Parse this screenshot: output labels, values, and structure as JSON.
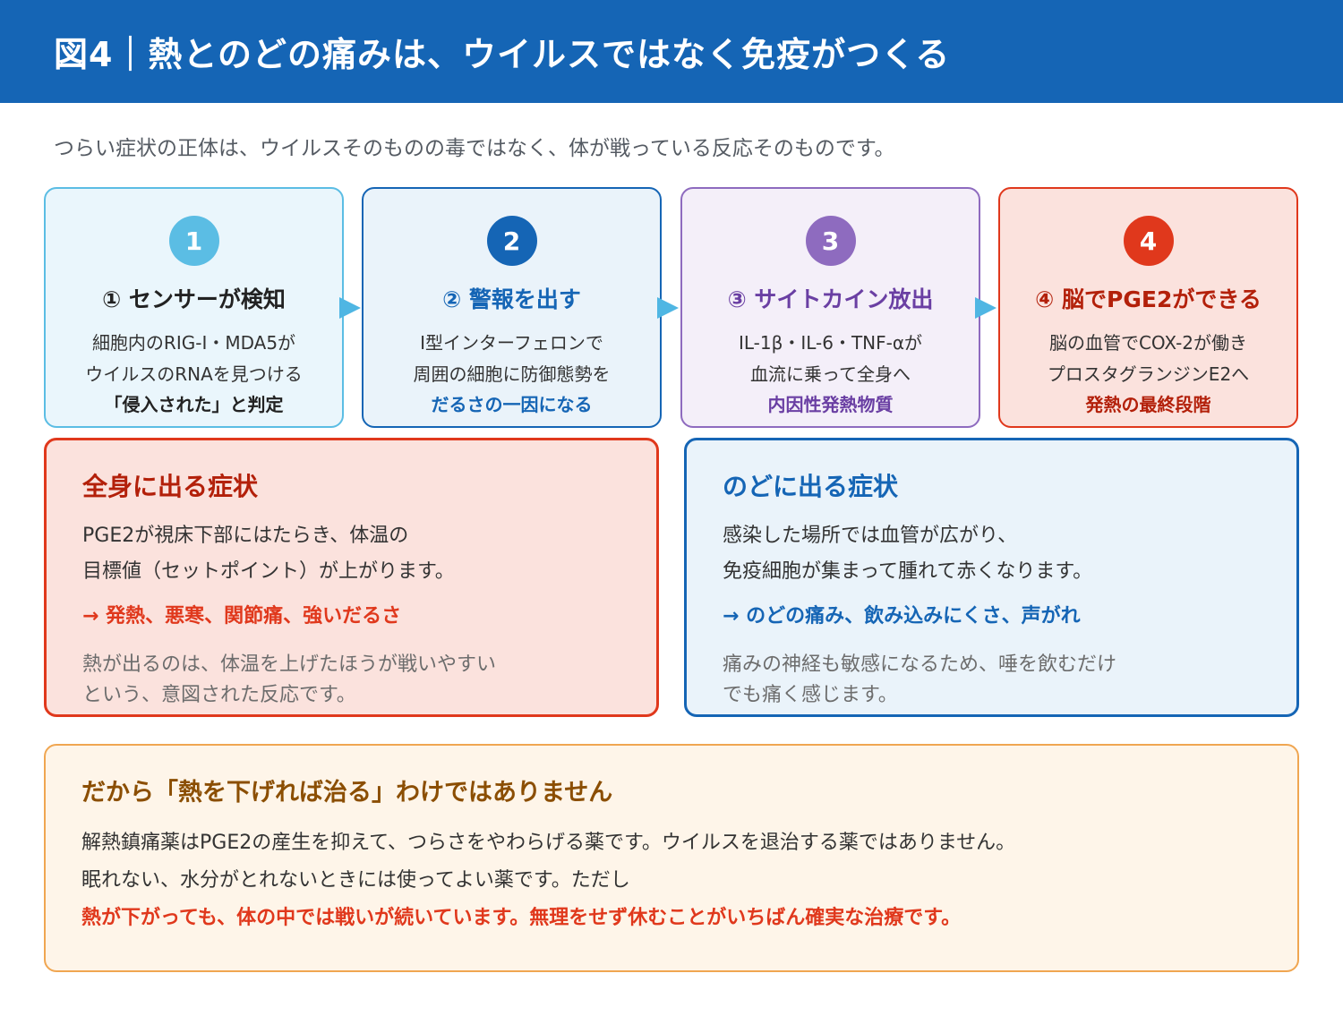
{
  "header": {
    "title": "図4｜熱とのどの痛みは、ウイルスではなく免疫がつくる"
  },
  "subtitle": "つらい症状の正体は、ウイルスそのものの毒ではなく、体が戦っている反応そのものです。",
  "steps": [
    {
      "num": "1",
      "title": "① センサーが検知",
      "line1": "細胞内のRIG-I・MDA5が",
      "line2": "ウイルスのRNAを見つける",
      "line3": "「侵入された」と判定",
      "colors": {
        "border": "#5bbde4",
        "bg": "#eaf6fc",
        "circle": "#5bbde4",
        "title": "#222222",
        "line3": "#222222"
      }
    },
    {
      "num": "2",
      "title": "② 警報を出す",
      "line1": "I型インターフェロンで",
      "line2": "周囲の細胞に防御態勢を",
      "line3": "だるさの一因になる",
      "colors": {
        "border": "#1565b5",
        "bg": "#eaf3fa",
        "circle": "#1565b5",
        "title": "#1565b5",
        "line3": "#1565b5"
      }
    },
    {
      "num": "3",
      "title": "③ サイトカイン放出",
      "line1": "IL-1β・IL-6・TNF-αが",
      "line2": "血流に乗って全身へ",
      "line3": "内因性発熱物質",
      "colors": {
        "border": "#8e6bbf",
        "bg": "#f4eff9",
        "circle": "#8e6bbf",
        "title": "#6a3fa3",
        "line3": "#6a3fa3"
      }
    },
    {
      "num": "4",
      "title": "④ 脳でPGE2ができる",
      "line1": "脳の血管でCOX-2が働き",
      "line2": "プロスタグランジンE2へ",
      "line3": "発熱の最終段階",
      "colors": {
        "border": "#e0381c",
        "bg": "#fbe2dd",
        "circle": "#e0381c",
        "title": "#b3200a",
        "line3": "#b3200a"
      }
    }
  ],
  "arrow_color": "#4fb6e3",
  "panels": {
    "systemic": {
      "title": "全身に出る症状",
      "line1": "PGE2が視床下部にはたらき、体温の",
      "line2": "目標値（セットポイント）が上がります。",
      "emphasis": "→ 発熱、悪寒、関節痛、強いだるさ",
      "note1": "熱が出るのは、体温を上げたほうが戦いやすい",
      "note2": "という、意図された反応です。",
      "colors": {
        "border": "#e0381c",
        "bg": "#fbe2dd",
        "title": "#b3200a",
        "emphasis": "#e0381c"
      }
    },
    "throat": {
      "title": "のどに出る症状",
      "line1": "感染した場所では血管が広がり、",
      "line2": "免疫細胞が集まって腫れて赤くなります。",
      "emphasis": "→ のどの痛み、飲み込みにくさ、声がれ",
      "note1": "痛みの神経も敏感になるため、唾を飲むだけ",
      "note2": "でも痛く感じます。",
      "colors": {
        "border": "#1565b5",
        "bg": "#eaf3fa",
        "title": "#1565b5",
        "emphasis": "#1565b5"
      }
    }
  },
  "bottom": {
    "title": "だから「熱を下げれば治る」わけではありません",
    "line1": "解熱鎮痛薬はPGE2の産生を抑えて、つらさをやわらげる薬です。ウイルスを退治する薬ではありません。",
    "line2": "眠れない、水分がとれないときには使ってよい薬です。ただし",
    "emphasis": "熱が下がっても、体の中では戦いが続いています。無理をせず休むことがいちばん確実な治療です。"
  }
}
